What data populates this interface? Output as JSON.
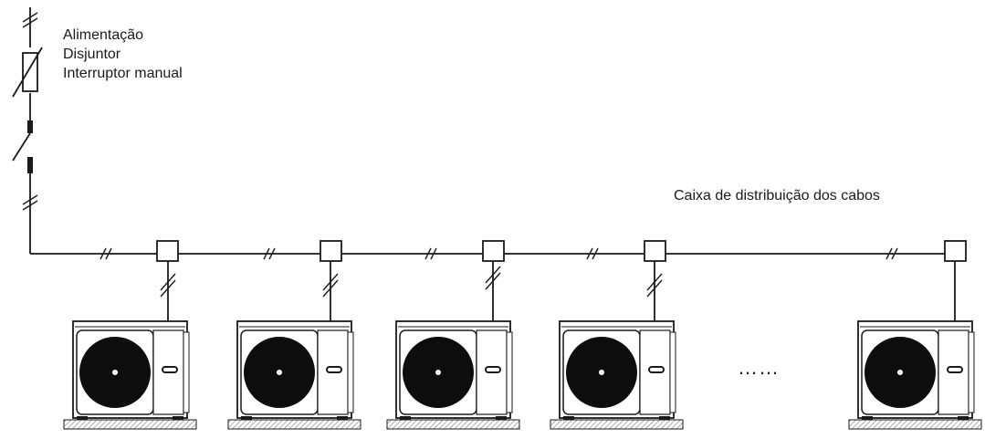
{
  "labels": {
    "power_supply": "Alimentação",
    "breaker": "Disjuntor",
    "manual_switch": "Interruptor manual",
    "distribution_box": "Caixa de distribuição dos cabos",
    "ellipsis": "……"
  },
  "outdoor_units": [
    {
      "id": "unit-1"
    },
    {
      "id": "unit-2"
    },
    {
      "id": "unit-3"
    },
    {
      "id": "unit-4"
    },
    {
      "id": "unit-n"
    }
  ],
  "colors": {
    "line": "#1a1a1a",
    "fan": "#0d0d0d",
    "hatch": "#777777"
  }
}
